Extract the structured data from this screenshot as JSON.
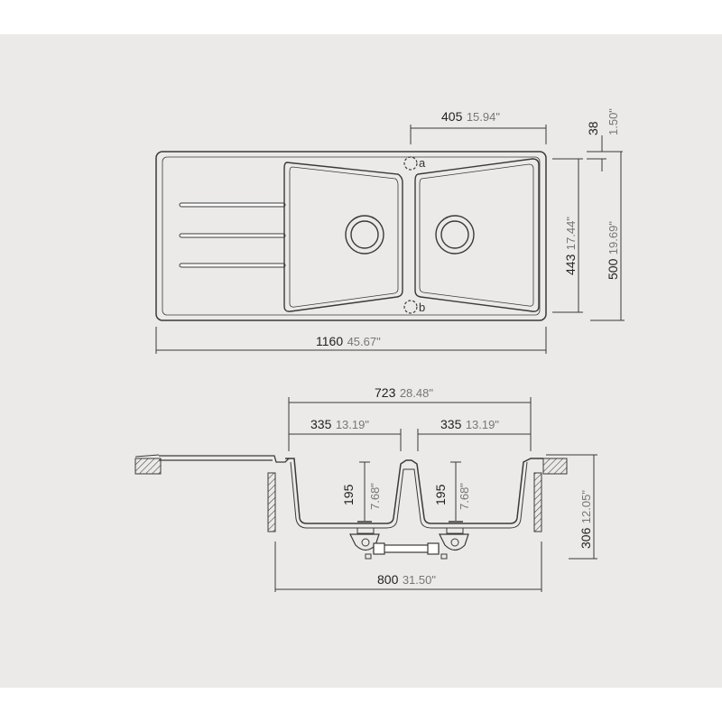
{
  "top_view": {
    "dim_overall_width": {
      "mm": "1160",
      "inch": "45.67\""
    },
    "dim_bowl_offset": {
      "mm": "405",
      "inch": "15.94\""
    },
    "dim_rim": {
      "mm": "38",
      "inch": "1.50\""
    },
    "dim_inner_depth": {
      "mm": "443",
      "inch": "17.44\""
    },
    "dim_overall_depth": {
      "mm": "500",
      "inch": "19.69\""
    },
    "label_a": "a",
    "label_b": "b"
  },
  "front_view": {
    "dim_bowls_total": {
      "mm": "723",
      "inch": "28.48\""
    },
    "dim_bowl_left": {
      "mm": "335",
      "inch": "13.19\""
    },
    "dim_bowl_right": {
      "mm": "335",
      "inch": "13.19\""
    },
    "dim_depth_left": {
      "mm": "195",
      "inch": "7.68\""
    },
    "dim_depth_right": {
      "mm": "195",
      "inch": "7.68\""
    },
    "dim_total_height": {
      "mm": "306",
      "inch": "12.05\""
    },
    "dim_cabinet_width": {
      "mm": "800",
      "inch": "31.50\""
    }
  }
}
